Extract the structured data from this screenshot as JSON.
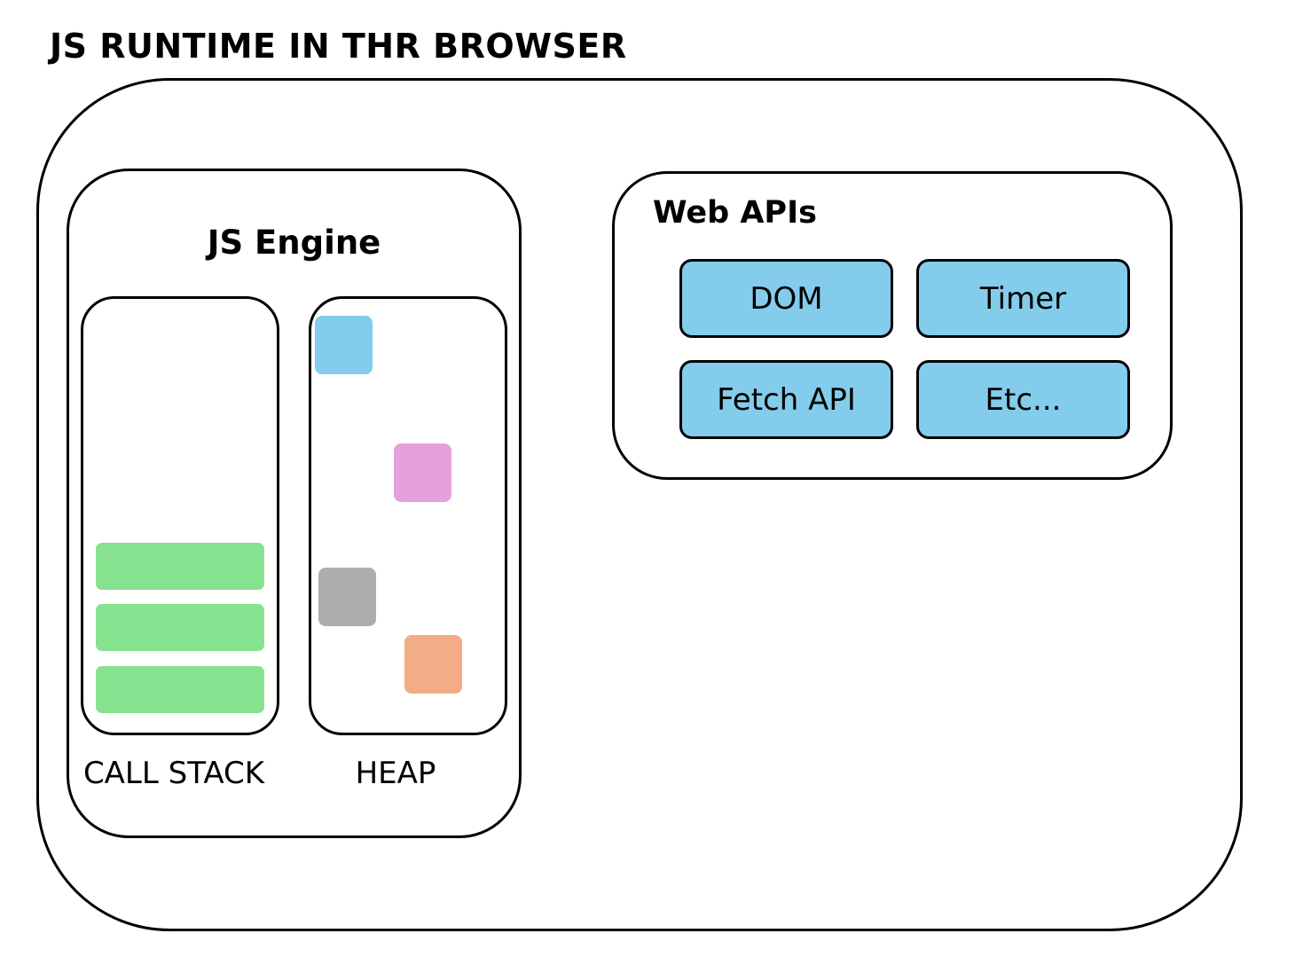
{
  "title": "JS RUNTIME IN THR BROWSER",
  "colors": {
    "outline": "#000000",
    "stack_frame": "#86e28e",
    "api_fill": "#84cceb",
    "heap_blue": "#84cceb",
    "heap_pink": "#e4a1dc",
    "heap_gray": "#adadad",
    "heap_orange": "#f2ac86"
  },
  "engine": {
    "title": "JS Engine",
    "call_stack": {
      "label": "CALL STACK",
      "frames": [
        "frame",
        "frame",
        "frame"
      ]
    },
    "heap": {
      "label": "HEAP",
      "objects": [
        "blue",
        "pink",
        "gray",
        "orange"
      ]
    }
  },
  "web_apis": {
    "title": "Web APIs",
    "items": [
      "DOM",
      "Timer",
      "Fetch API",
      "Etc..."
    ]
  }
}
